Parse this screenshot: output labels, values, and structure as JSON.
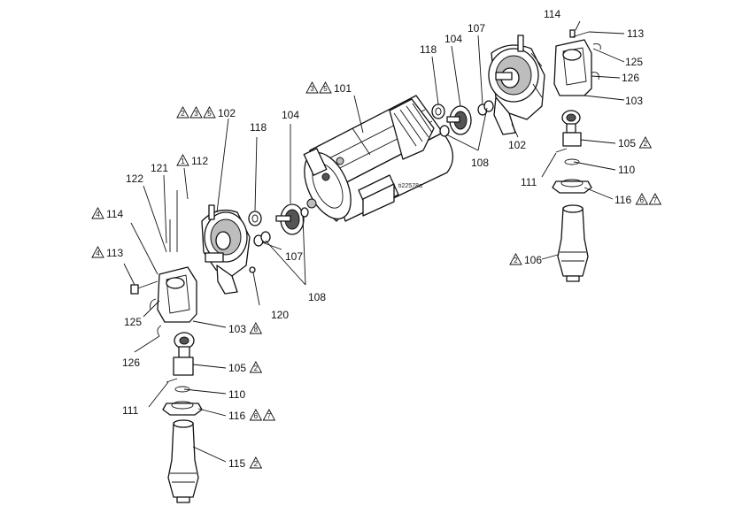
{
  "figure_id": "ti22578a",
  "callouts": [
    {
      "id": "c-113-top",
      "text": "113",
      "marks": []
    },
    {
      "id": "c-114-top",
      "text": "114",
      "marks": []
    },
    {
      "id": "c-125-right",
      "text": "125",
      "marks": []
    },
    {
      "id": "c-126-right",
      "text": "126",
      "marks": []
    },
    {
      "id": "c-103-right",
      "text": "103",
      "marks": []
    },
    {
      "id": "c-105-right",
      "text": "105",
      "marks": [
        "2"
      ]
    },
    {
      "id": "c-110-right",
      "text": "110",
      "marks": []
    },
    {
      "id": "c-111-right",
      "text": "111",
      "marks": []
    },
    {
      "id": "c-116-right",
      "text": "116",
      "marks": [
        "6",
        "7"
      ]
    },
    {
      "id": "c-106",
      "text": "106",
      "marks": [
        "2"
      ]
    },
    {
      "id": "c-107-top",
      "text": "107",
      "marks": []
    },
    {
      "id": "c-104-top",
      "text": "104",
      "marks": []
    },
    {
      "id": "c-118-top",
      "text": "118",
      "marks": []
    },
    {
      "id": "c-102-right",
      "text": "102",
      "marks": []
    },
    {
      "id": "c-108-right",
      "text": "108",
      "marks": []
    },
    {
      "id": "c-101",
      "text": "101",
      "marks": [
        "3",
        "5"
      ]
    },
    {
      "id": "c-104-mid",
      "text": "104",
      "marks": []
    },
    {
      "id": "c-118-mid",
      "text": "118",
      "marks": []
    },
    {
      "id": "c-102-left",
      "text": "102",
      "marks": [
        "2",
        "3",
        "5"
      ]
    },
    {
      "id": "c-112",
      "text": "112",
      "marks": [
        "1"
      ]
    },
    {
      "id": "c-121",
      "text": "121",
      "marks": []
    },
    {
      "id": "c-122",
      "text": "122",
      "marks": []
    },
    {
      "id": "c-114-left",
      "text": "114",
      "marks": [
        "4"
      ]
    },
    {
      "id": "c-113-left",
      "text": "113",
      "marks": [
        "4"
      ]
    },
    {
      "id": "c-107-mid",
      "text": "107",
      "marks": []
    },
    {
      "id": "c-108-mid",
      "text": "108",
      "marks": []
    },
    {
      "id": "c-120",
      "text": "120",
      "marks": []
    },
    {
      "id": "c-125-left",
      "text": "125",
      "marks": []
    },
    {
      "id": "c-103-left",
      "text": "103",
      "marks": [
        "8"
      ]
    },
    {
      "id": "c-126-left",
      "text": "126",
      "marks": []
    },
    {
      "id": "c-105-left",
      "text": "105",
      "marks": [
        "2"
      ]
    },
    {
      "id": "c-110-left",
      "text": "110",
      "marks": []
    },
    {
      "id": "c-111-left",
      "text": "111",
      "marks": []
    },
    {
      "id": "c-116-left",
      "text": "116",
      "marks": [
        "6",
        "7"
      ]
    },
    {
      "id": "c-115",
      "text": "115",
      "marks": [
        "2"
      ]
    }
  ]
}
